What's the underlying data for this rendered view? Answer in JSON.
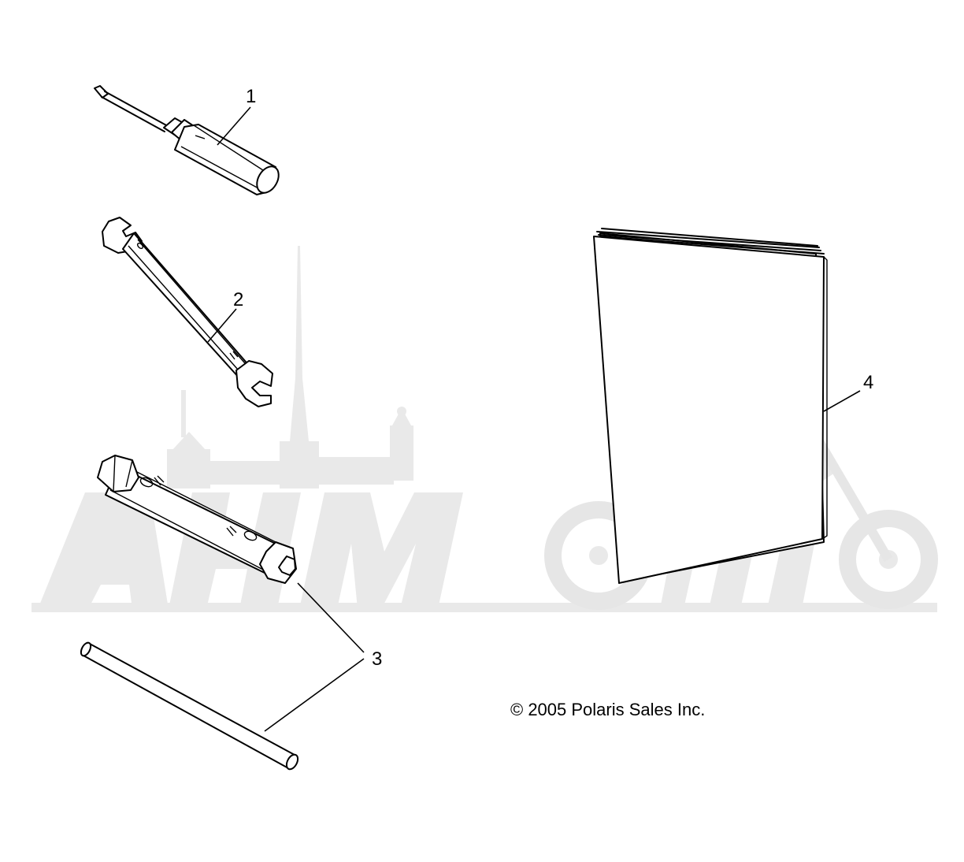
{
  "callouts": {
    "item1": "1",
    "item2": "2",
    "item3": "3",
    "item4": "4"
  },
  "copyright": "© 2005 Polaris Sales Inc.",
  "colors": {
    "line": "#000000",
    "background": "#ffffff",
    "watermark": "#e9e9e9"
  }
}
